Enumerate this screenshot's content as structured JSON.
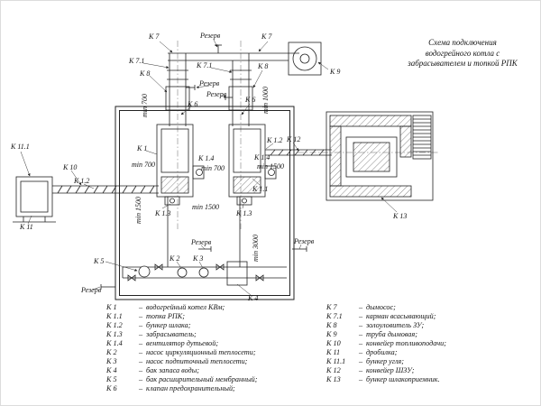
{
  "title": {
    "lines": [
      "Схема подключения",
      "водогрейного котла с",
      "забрасывателем и топкой РПК"
    ]
  },
  "labels": {
    "k1": "К 1",
    "k1_1": "К 1.1",
    "k1_2": "К 1.2",
    "k1_3": "К 1.3",
    "k1_4": "К 1.4",
    "k2": "К 2",
    "k3": "К 3",
    "k4": "К 4",
    "k5": "К 5",
    "k6": "К 6",
    "k7": "К 7",
    "k7_1": "К 7.1",
    "k8": "К 8",
    "k9": "К 9",
    "k10": "К 10",
    "k11": "К 11",
    "k11_1": "К 11.1",
    "k12": "К 12",
    "k13": "К 13",
    "reserve": "Резерв",
    "min700": "min 700",
    "min1000": "min 1000",
    "min1500": "min 1500",
    "min3000": "min 3000"
  },
  "legend": {
    "dash": "–",
    "left": [
      {
        "code": "К 1",
        "desc": "водогрейный котел КВм;"
      },
      {
        "code": "К 1.1",
        "desc": "топка РПК;"
      },
      {
        "code": "К 1.2",
        "desc": "бункер шлака;"
      },
      {
        "code": "К 1.3",
        "desc": "забрасыватель;"
      },
      {
        "code": "К 1.4",
        "desc": "вентилятор дутьевой;"
      },
      {
        "code": "К 2",
        "desc": "насос циркуляционный теплосети;"
      },
      {
        "code": "К 3",
        "desc": "насос подпиточный теплосети;"
      },
      {
        "code": "К 4",
        "desc": "бак запаса воды;"
      },
      {
        "code": "К 5",
        "desc": "бак расширительный мембранный;"
      },
      {
        "code": "К 6",
        "desc": "клапан предохранительный;"
      }
    ],
    "right": [
      {
        "code": "К 7",
        "desc": "дымосос;"
      },
      {
        "code": "К 7.1",
        "desc": "карман всасывающий;"
      },
      {
        "code": "К 8",
        "desc": "золоуловитель ЗУ;"
      },
      {
        "code": "К 9",
        "desc": "труба дымовая;"
      },
      {
        "code": "К 10",
        "desc": "конвейер топливоподачи;"
      },
      {
        "code": "К 11",
        "desc": "дробилка;"
      },
      {
        "code": "К 11.1",
        "desc": "бункер угля;"
      },
      {
        "code": "К 12",
        "desc": "конвейер ШЗУ;"
      },
      {
        "code": "К 13",
        "desc": "бункер шлакоприемник."
      }
    ]
  }
}
